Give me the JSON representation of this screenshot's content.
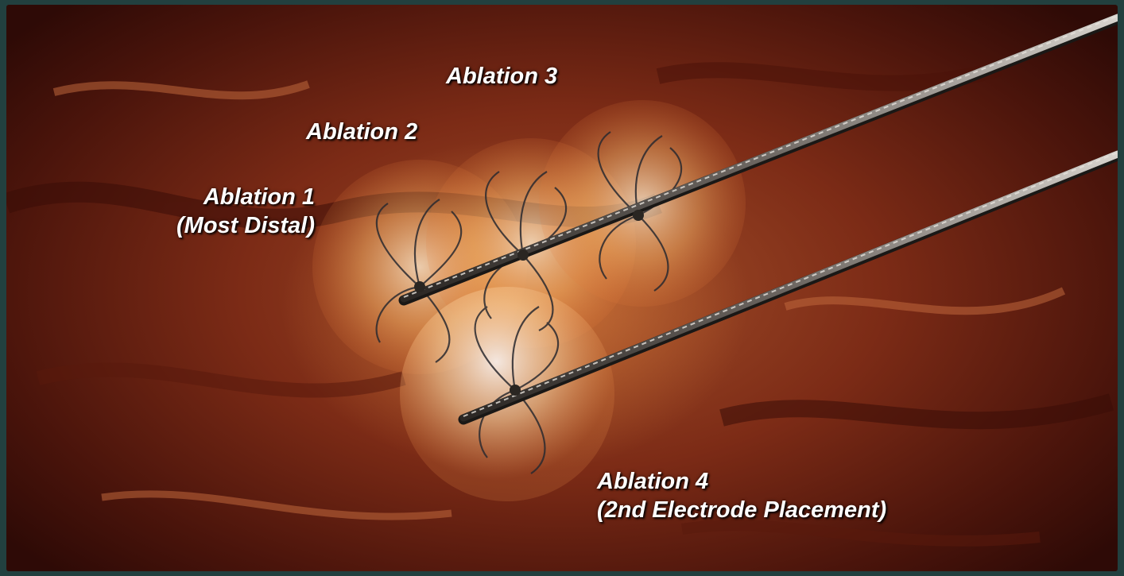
{
  "labels": {
    "ablation_3": "Ablation 3",
    "ablation_2": "Ablation 2",
    "ablation_1": {
      "line1": "Ablation 1",
      "line2": "(Most Distal)"
    },
    "ablation_4": {
      "line1": "Ablation 4",
      "line2": "(2nd Electrode Placement)"
    }
  },
  "colors": {
    "frame": "#22403f",
    "tissue_dark": "#4a140b",
    "tissue_mid": "#7c2b16",
    "tissue_light": "#a4502a",
    "ablation_glow": "#f6b56a",
    "electrode_shaft": "#8a8580",
    "label_text": "#ffffff"
  },
  "icons": {
    "electrode_1": "needle-electrode-icon",
    "electrode_2": "needle-electrode-icon"
  }
}
